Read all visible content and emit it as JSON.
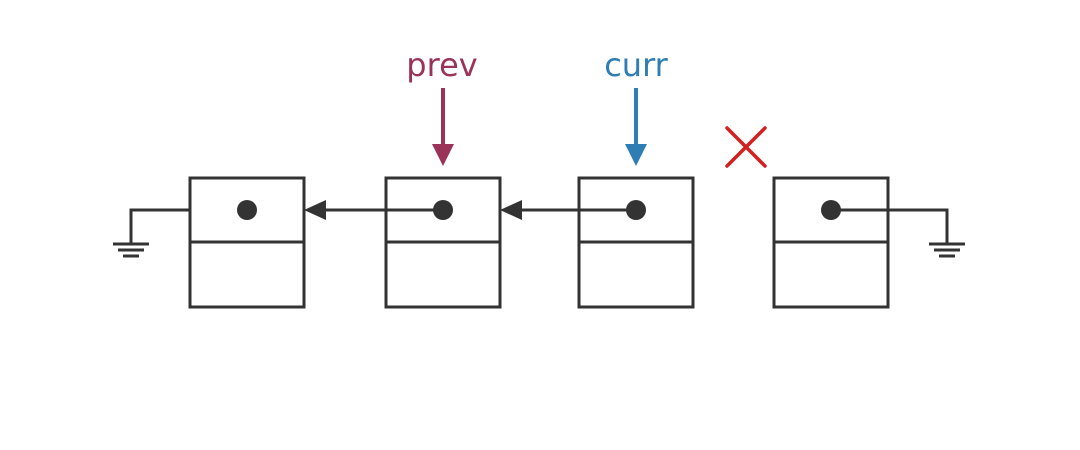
{
  "pointers": {
    "prev": {
      "label": "prev",
      "color": "#9b3358"
    },
    "curr": {
      "label": "curr",
      "color": "#2e7db3"
    }
  },
  "colors": {
    "stroke": "#333333",
    "cut_mark": "#d32020",
    "background": "#ffffff"
  },
  "nodes": [
    {
      "id": "node-1",
      "next": "null"
    },
    {
      "id": "node-2",
      "next": "node-1"
    },
    {
      "id": "node-3",
      "next": "node-2"
    },
    {
      "id": "node-4",
      "next": "null"
    }
  ],
  "icons": {
    "null_terminator": "ground-symbol-icon",
    "broken_link": "cross-icon"
  }
}
